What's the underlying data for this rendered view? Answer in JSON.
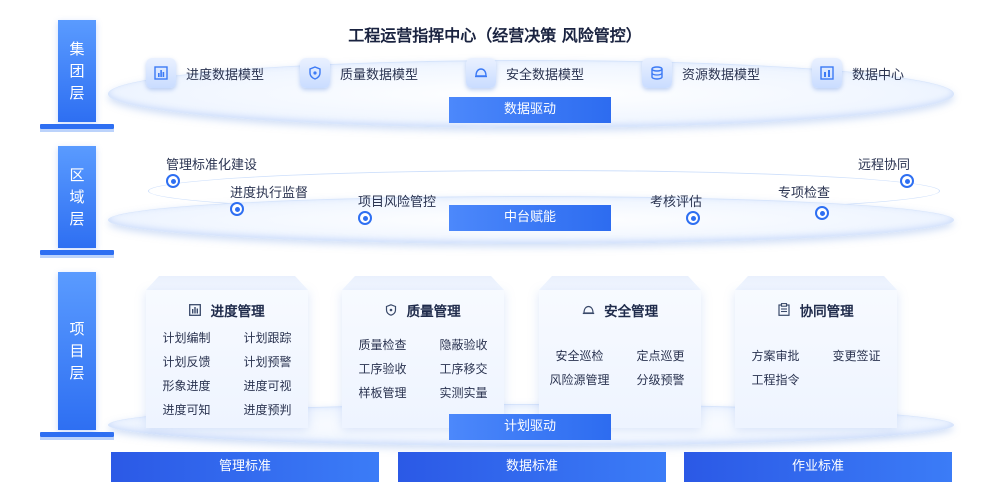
{
  "title": "工程运营指挥中心（经营决策 风险管控）",
  "tiers": [
    {
      "label": [
        "集",
        "团",
        "层"
      ]
    },
    {
      "label": [
        "区",
        "域",
        "层"
      ]
    },
    {
      "label": [
        "项",
        "目",
        "层"
      ]
    }
  ],
  "group_models": [
    {
      "label": "进度数据模型",
      "icon": "bar-chart-icon"
    },
    {
      "label": "质量数据模型",
      "icon": "shield-icon"
    },
    {
      "label": "安全数据模型",
      "icon": "helmet-icon"
    },
    {
      "label": "资源数据模型",
      "icon": "database-icon"
    },
    {
      "label": "数据中心",
      "icon": "chart-icon"
    }
  ],
  "drives": {
    "group": "数据驱动",
    "region": "中台赋能",
    "project": "计划驱动"
  },
  "region_items": [
    "管理标准化建设",
    "进度执行监督",
    "项目风险管控",
    "考核评估",
    "专项检查",
    "远程协同"
  ],
  "cards": [
    {
      "title": "进度管理",
      "icon": "bar-chart-icon",
      "items": [
        "计划编制",
        "计划跟踪",
        "计划反馈",
        "计划预警",
        "形象进度",
        "进度可视",
        "进度可知",
        "进度预判"
      ]
    },
    {
      "title": "质量管理",
      "icon": "shield-icon",
      "items": [
        "质量检查",
        "隐蔽验收",
        "工序验收",
        "工序移交",
        "样板管理",
        "实测实量"
      ]
    },
    {
      "title": "安全管理",
      "icon": "helmet-icon",
      "items": [
        "安全巡检",
        "定点巡更",
        "风险源管理",
        "分级预警"
      ]
    },
    {
      "title": "协同管理",
      "icon": "clipboard-icon",
      "items": [
        "方案审批",
        "变更签证",
        "工程指令"
      ]
    }
  ],
  "standards": [
    "管理标准",
    "数据标准",
    "作业标准"
  ],
  "colors": {
    "accent": "#2e6ff2",
    "ellipse": "#eef4ff"
  }
}
